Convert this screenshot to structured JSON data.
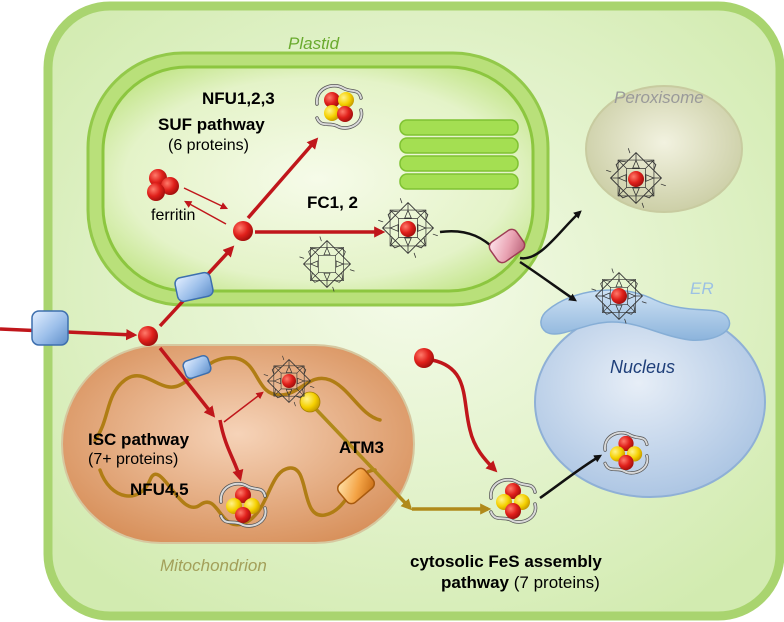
{
  "compartments": {
    "plastid": "Plastid",
    "peroxisome": "Peroxisome",
    "er": "ER",
    "nucleus": "Nucleus",
    "mitochondrion": "Mitochondrion"
  },
  "plastid": {
    "nfu": "NFU1,2,3",
    "suf": "SUF pathway",
    "suf_count": "(6 proteins)",
    "ferritin": "ferritin",
    "fc": "FC1, 2"
  },
  "mito": {
    "isc": "ISC pathway",
    "isc_count": "(7+ proteins)",
    "nfu": "NFU4,5",
    "atm": "ATM3"
  },
  "cytosol": {
    "line1": "cytosolic FeS assembly",
    "line2_bold": "pathway",
    "line2_rest": " (7 proteins)"
  },
  "colors": {
    "cell_fill": "#dff0c8",
    "cell_border": "#a9d46f",
    "plastid_fill": "#cdea9d",
    "plastid_border": "#8cc63f",
    "thylakoid": "#9fdc4e",
    "iron_red": "#e0201b",
    "sulfur_yellow": "#f5d000",
    "arrow_red": "#c0161b",
    "arrow_gold": "#b08a1a",
    "transporter_blue": "#8fb6e6",
    "mito_fill": "#e6a77c",
    "nucleus_fill": "#bed2ea",
    "peroxisome_fill": "#d4d7b5",
    "er_fill": "#a7c7e6"
  }
}
